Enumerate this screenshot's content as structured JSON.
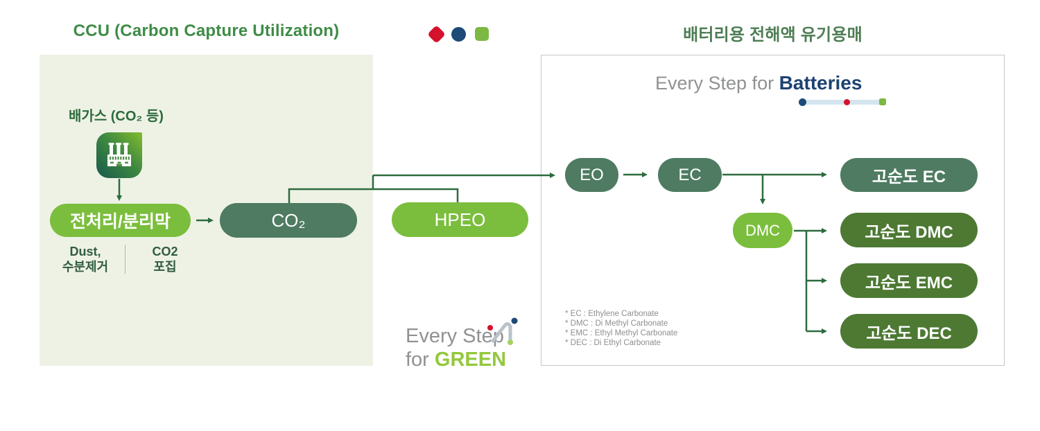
{
  "titles": {
    "ccu": "CCU (Carbon Capture Utilization)",
    "battery": "배터리용 전해액 유기용매"
  },
  "ccu_panel": {
    "flue_gas_label": "배가스 (CO₂ 등)",
    "pretreatment_pill": "전처리/분리막",
    "co2_pill": "CO₂",
    "notes": {
      "dust_line1": "Dust,",
      "dust_line2": "수분제거",
      "capture_line1": "CO2",
      "capture_line2": "포집"
    }
  },
  "hpeo_pill": "HPEO",
  "green_logo": {
    "line1": "Every Step",
    "line2_prefix": "for ",
    "line2_highlight": "GREEN"
  },
  "battery_panel": {
    "logo_prefix": "Every Step for ",
    "logo_highlight": "Batteries",
    "pills": {
      "eo": "EO",
      "ec": "EC",
      "dmc": "DMC",
      "high_purity_ec": "고순도 EC",
      "high_purity_dmc": "고순도 DMC",
      "high_purity_emc": "고순도 EMC",
      "high_purity_dec": "고순도 DEC"
    },
    "footnotes": [
      "* EC : Ethylene Carbonate",
      "* DMC : Di Methyl Carbonate",
      "* EMC : Ethyl Methyl Carbonate",
      "* DEC : Di Ethyl Carbonate"
    ]
  },
  "colors": {
    "lime_green": "#7bbe3d",
    "sage_green": "#4e7b61",
    "olive_green": "#4d7933",
    "connector_green": "#2c6b3f",
    "ccu_title_green": "#3e8c46",
    "battery_title_green": "#4e7d54",
    "ccu_panel_bg": "#eef2e5",
    "navy": "#1d4272",
    "red": "#d5112b",
    "gray_text": "#8f9193",
    "green_highlight": "#93c83d"
  }
}
